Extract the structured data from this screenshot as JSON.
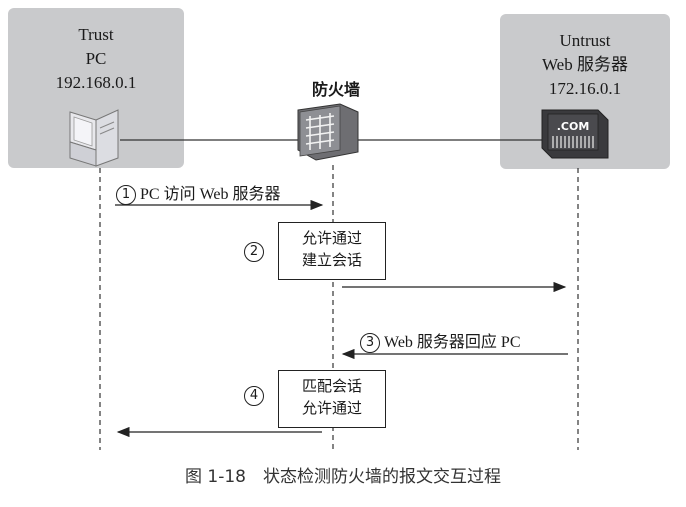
{
  "zones": {
    "trust": {
      "name": "Trust",
      "device": "PC",
      "ip": "192.168.0.1"
    },
    "untrust": {
      "name": "Untrust",
      "device": "Web 服务器",
      "ip": "172.16.0.1"
    }
  },
  "firewall": {
    "label": "防火墙"
  },
  "server_icon_text": ".COM",
  "steps": [
    {
      "number": "1",
      "text": "PC 访问 Web 服务器"
    },
    {
      "number": "2",
      "lines": [
        "允许通过",
        "建立会话"
      ]
    },
    {
      "number": "3",
      "text": "Web 服务器回应 PC"
    },
    {
      "number": "4",
      "lines": [
        "匹配会话",
        "允许通过"
      ]
    }
  ],
  "caption": "图 1-18　状态检测防火墙的报文交互过程"
}
